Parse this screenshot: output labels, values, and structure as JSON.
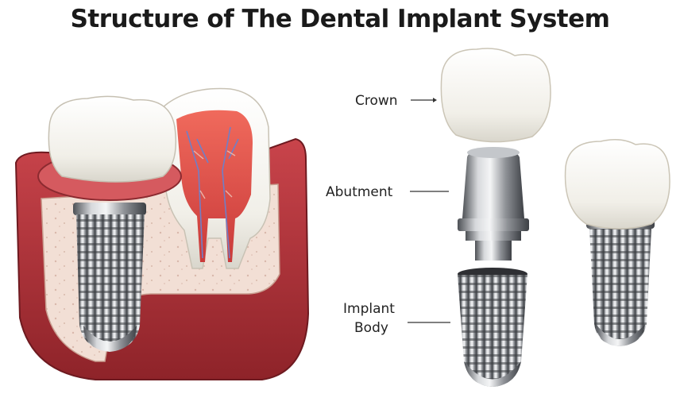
{
  "title": "Structure of The Dental Implant System",
  "labels": {
    "crown": "Crown",
    "abutment": "Abutment",
    "implant_body_line1": "Implant",
    "implant_body_line2": "Body"
  },
  "colors": {
    "gum": "#b8323a",
    "gum_dark": "#7d1e24",
    "bone": "#f1ddd3",
    "enamel": "#f7f5ef",
    "metal": "#a9acb0",
    "metal_dark": "#5e6166",
    "pulp": "#e04848"
  }
}
